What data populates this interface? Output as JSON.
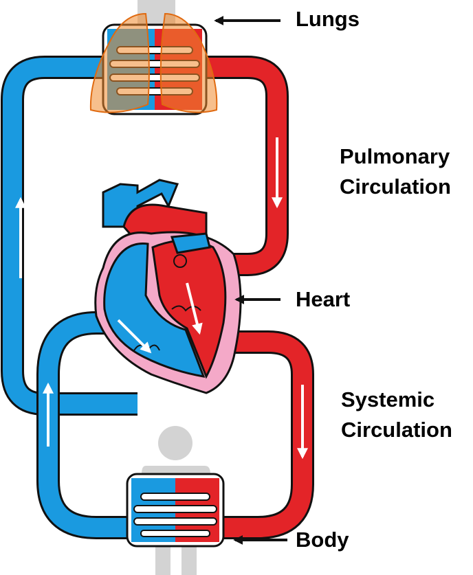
{
  "labels": {
    "lungs": "Lungs",
    "pulmonary_line1": "Pulmonary",
    "pulmonary_line2": "Circulation",
    "heart": "Heart",
    "systemic_line1": "Systemic",
    "systemic_line2": "Circulation",
    "body": "Body"
  },
  "colors": {
    "deoxygenated": "#1a9ae0",
    "oxygenated": "#e32428",
    "outline": "#111111",
    "heart_sac": "#f4a9c8",
    "lungs": "#f08a2e",
    "figure": "#cfcfcf"
  },
  "icons": [
    "arrow-left-icon",
    "flow-arrow-icon",
    "lungs-icon",
    "heart-icon",
    "human-figure-icon"
  ]
}
